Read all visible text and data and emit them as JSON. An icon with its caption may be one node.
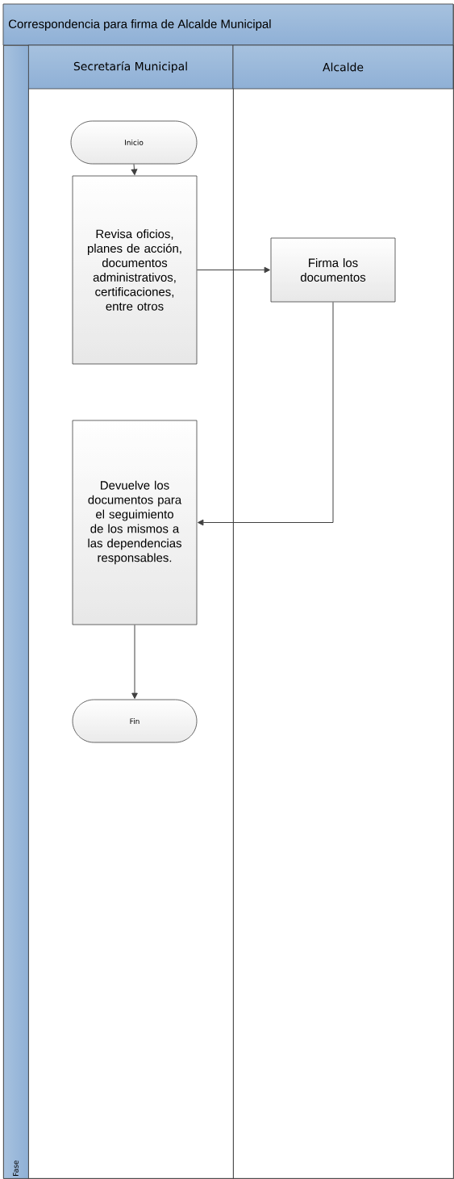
{
  "diagram": {
    "nodes": [
      {
        "text": [
          "Correspondencia para firma de Alcalde Municipal"
        ]
      },
      {
        "text": [
          "Secretaría Municipal"
        ],
        "in": 0
      },
      {
        "text": [
          "Alcalde"
        ],
        "in": 0
      },
      {
        "text": [
          "Fase"
        ],
        "in": 0
      },
      {
        "text": [
          "Inicio"
        ],
        "in": 1
      },
      {
        "text": [
          "Revisa oficios, planes de acción, documentos administrativos, certificaciones, entre otros"
        ],
        "in": 1
      },
      {
        "text": [
          "Firma los documentos"
        ],
        "in": 2
      },
      {
        "text": [
          "Devuelve los documentos para el seguimiento de los mismos a las dependencias responsables."
        ],
        "in": 1
      },
      {
        "text": [
          "Fin"
        ],
        "in": 1
      }
    ],
    "edges": [
      {
        "from": 4,
        "to": 5,
        "arrow": "to"
      },
      {
        "from": 5,
        "to": 6,
        "arrow": "to"
      },
      {
        "from": 6,
        "to": 7,
        "arrow": "to"
      },
      {
        "from": 7,
        "to": 8,
        "arrow": "to"
      }
    ]
  }
}
